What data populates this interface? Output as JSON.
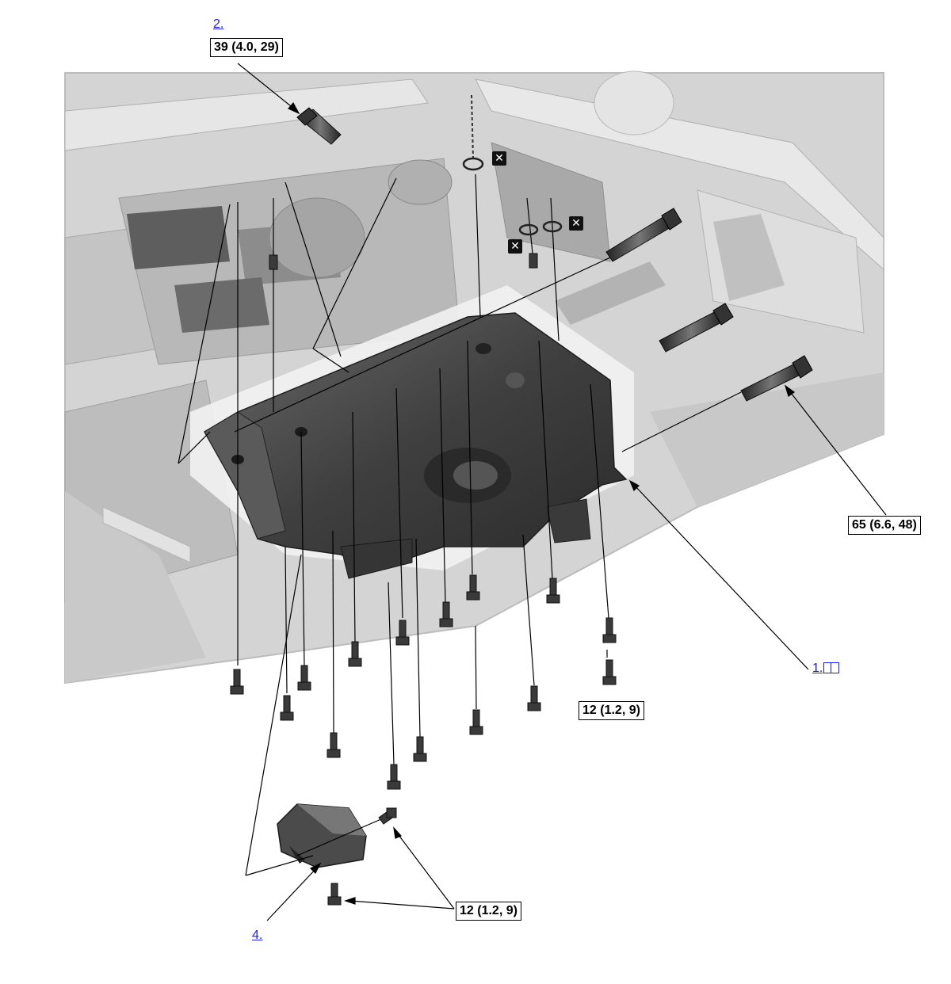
{
  "callouts": {
    "ref_1": "1.",
    "ref_2": "2.",
    "ref_4": "4."
  },
  "torque_specs": {
    "bolt_2": "39 (4.0, 29)",
    "large_bolts": "65 (6.6, 48)",
    "pan_bolts": "12 (1.2, 9)",
    "cover_bolts": "12 (1.2, 9)"
  },
  "symbols": {
    "replace_mark": "✕",
    "info_icon": "book-info-icon"
  },
  "colors": {
    "engine_background": "#cfcfcf",
    "oil_pan": "#4a4a4a",
    "link": "#1a1aff"
  }
}
